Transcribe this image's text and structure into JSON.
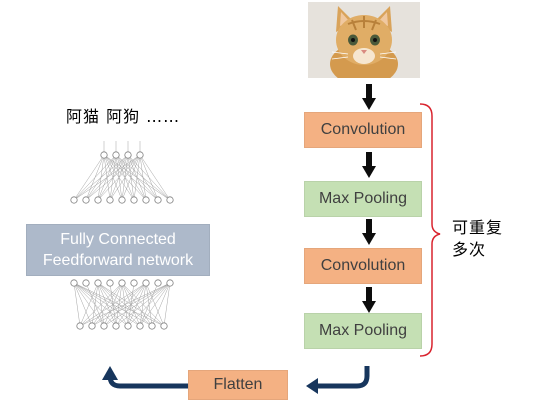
{
  "labels": {
    "classes": "阿猫 阿狗 ……",
    "repeat_line1": "可重复",
    "repeat_line2": "多次"
  },
  "blocks": {
    "conv1": "Convolution",
    "pool1": "Max Pooling",
    "conv2": "Convolution",
    "pool2": "Max Pooling",
    "flatten": "Flatten",
    "fc_line1": "Fully Connected",
    "fc_line2": "Feedforward network"
  },
  "image": {
    "subject": "kitten-photo"
  },
  "colors": {
    "convolution": "#f4b183",
    "pooling": "#c5e0b4",
    "fully_connected": "#adb9ca",
    "bracket": "#d9232e",
    "arrow_dark": "#0d0d0d",
    "arrow_navy": "#17365d"
  }
}
